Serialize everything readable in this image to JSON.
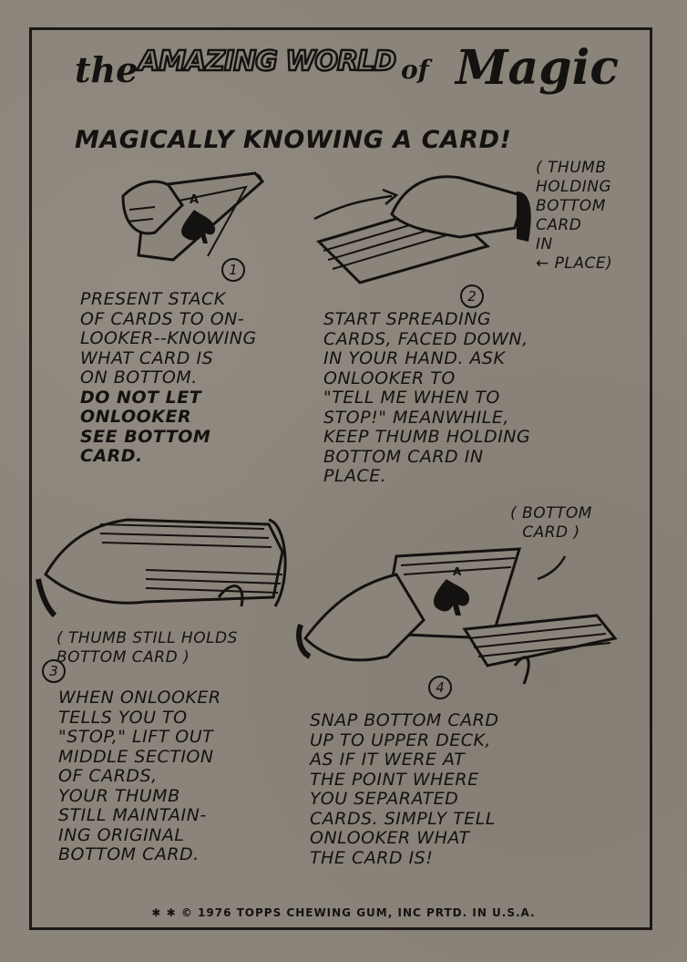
{
  "header": {
    "the": "the",
    "amazing_world": "AMAZING WORLD",
    "of": "of",
    "magic": "Magic"
  },
  "headline": "MAGICALLY KNOWING A CARD!",
  "notes": {
    "thumb_holding": "( THUMB\nHOLDING\nBOTTOM\nCARD\nIN\n← PLACE)",
    "bottom_card": "( BOTTOM\nCARD )",
    "thumb_still": "( THUMB STILL HOLDS\nBOTTOM CARD )"
  },
  "steps": [
    {
      "number": "1",
      "text": "PRESENT STACK\nOF CARDS TO ON-\nLOOKER--KNOWING\nWHAT CARD IS\nON BOTTOM.",
      "emphasis": "DO NOT LET\nONLOOKER\nSEE BOTTOM\nCARD."
    },
    {
      "number": "2",
      "text": "START SPREADING\nCARDS, FACED DOWN,\nIN YOUR HAND. ASK\nONLOOKER TO\n\"TELL ME WHEN TO\nSTOP!\" MEANWHILE,\nKEEP THUMB HOLDING\nBOTTOM CARD IN\nPLACE."
    },
    {
      "number": "3",
      "text": "WHEN ONLOOKER\nTELLS YOU TO\n\"STOP,\" LIFT OUT\nMIDDLE SECTION\nOF CARDS,\nYOUR THUMB\nSTILL MAINTAIN-\nING ORIGINAL\nBOTTOM CARD."
    },
    {
      "number": "4",
      "text": "SNAP BOTTOM CARD\nUP TO UPPER DECK,\nAS IF IT WERE AT\nTHE POINT WHERE\nYOU SEPARATED\nCARDS. SIMPLY TELL\nONLOOKER WHAT\nTHE CARD IS!"
    }
  ],
  "card_label": "A",
  "footer": "✱ ✱ ©  1976 TOPPS CHEWING GUM, INC  PRTD. IN U.S.A."
}
